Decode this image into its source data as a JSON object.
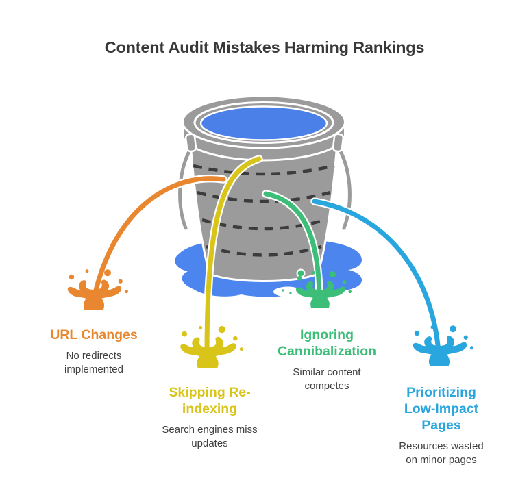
{
  "title": "Content Audit Mistakes Harming Rankings",
  "colors": {
    "title_text": "#383838",
    "body_text": "#3F3F3F",
    "bucket": "#9B9B9B",
    "bucket_outline": "#FFFFFF",
    "bucket_dashes": "#3C3C3C",
    "water": "#4A80E8",
    "puddle": "#4D85EF"
  },
  "illustration": {
    "name": "leaky-bucket",
    "description_of_graphic": "gray bucket full of blue water standing in a blue puddle, four colored streams leaking out"
  },
  "categories": [
    {
      "id": "url-changes",
      "color": "#E8872F",
      "title_lines": [
        "URL Changes"
      ],
      "description_lines": [
        "No redirects",
        "implemented"
      ]
    },
    {
      "id": "skipping-reindexing",
      "color": "#D9C41A",
      "title_lines": [
        "Skipping Re-",
        "indexing"
      ],
      "description_lines": [
        "Search engines miss",
        "updates"
      ]
    },
    {
      "id": "ignoring-cannibalization",
      "color": "#3CBD78",
      "title_lines": [
        "Ignoring",
        "Cannibalization"
      ],
      "description_lines": [
        "Similar content",
        "competes"
      ]
    },
    {
      "id": "prioritizing-low-impact-pages",
      "color": "#2AA6DE",
      "title_lines": [
        "Prioritizing",
        "Low-Impact",
        "Pages"
      ],
      "description_lines": [
        "Resources wasted",
        "on minor pages"
      ]
    }
  ]
}
